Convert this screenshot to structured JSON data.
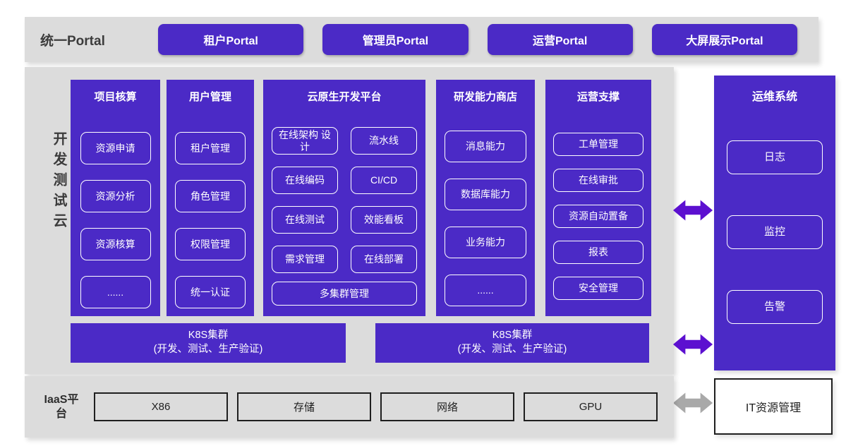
{
  "colors": {
    "purple": "#4b2ac6",
    "arrow_purple": "#5c10d0",
    "arrow_gray": "#a9a9a9",
    "panel_gray": "#dcdcdc",
    "text_dark": "#3c3c3c"
  },
  "portal_bar": {
    "label": "统一Portal",
    "buttons": [
      "租户Portal",
      "管理员Portal",
      "运营Portal",
      "大屏展示Portal"
    ]
  },
  "dev_cloud": {
    "label": "开发测试云",
    "columns": [
      {
        "title": "项目核算",
        "items": [
          "资源申请",
          "资源分析",
          "资源核算",
          "......"
        ]
      },
      {
        "title": "用户管理",
        "items": [
          "租户管理",
          "角色管理",
          "权限管理",
          "统一认证"
        ]
      },
      {
        "title": "云原生开发平台",
        "grid_items": [
          "在线架构 设计",
          "流水线",
          "在线编码",
          "CI/CD",
          "在线测试",
          "效能看板",
          "需求管理",
          "在线部署"
        ],
        "full_item": "多集群管理"
      },
      {
        "title": "研发能力商店",
        "items": [
          "消息能力",
          "数据库能力",
          "业务能力",
          "......"
        ]
      },
      {
        "title": "运营支撑",
        "items": [
          "工单管理",
          "在线审批",
          "资源自动置备",
          "报表",
          "安全管理"
        ]
      }
    ],
    "k8s_clusters": [
      {
        "line1": "K8S集群",
        "line2": "(开发、测试、生产验证)"
      },
      {
        "line1": "K8S集群",
        "line2": "(开发、测试、生产验证)"
      }
    ]
  },
  "ops_system": {
    "title": "运维系统",
    "items": [
      "日志",
      "监控",
      "告警"
    ]
  },
  "iaas": {
    "label": "IaaS平台",
    "items": [
      "X86",
      "存储",
      "网络",
      "GPU"
    ],
    "it_box": "IT资源管理"
  }
}
